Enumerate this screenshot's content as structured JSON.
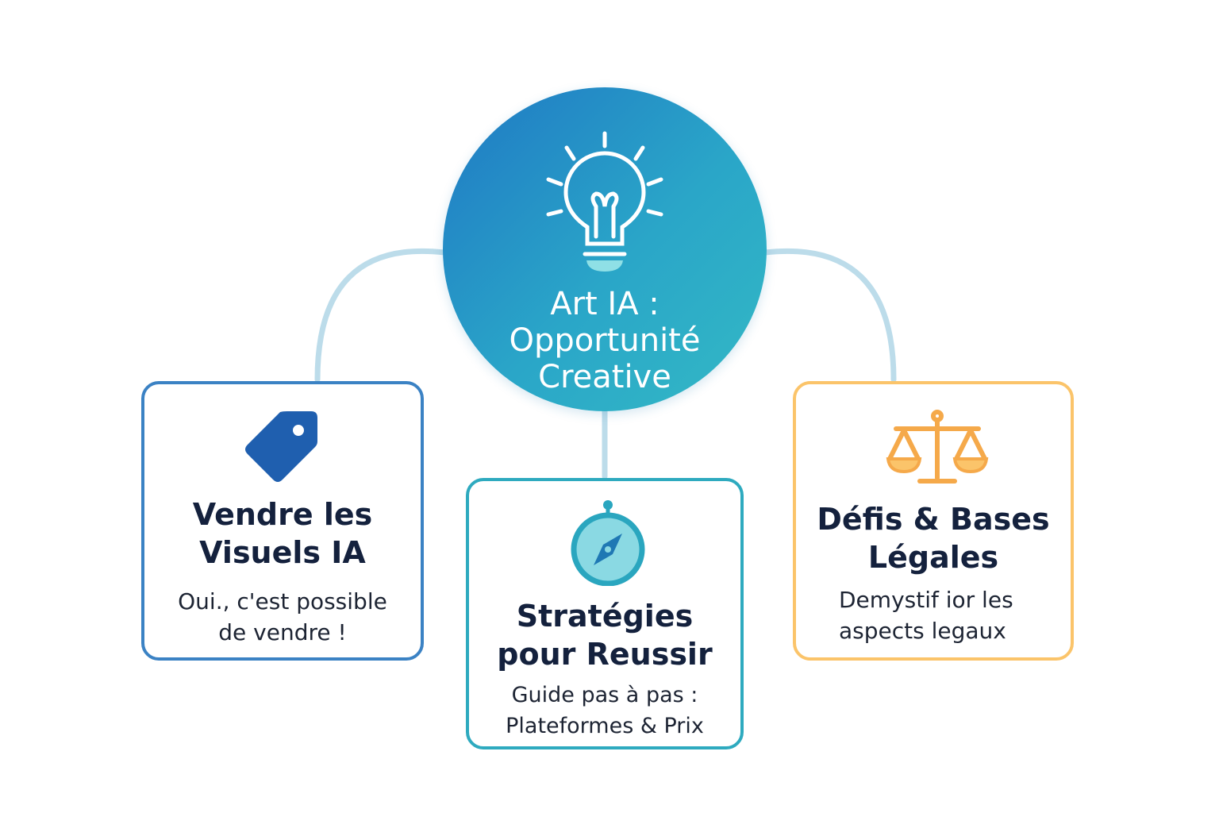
{
  "hub": {
    "title_lines": [
      "Art IA :",
      "Opportunité",
      "Creative"
    ],
    "icon": "lightbulb-icon",
    "colors": {
      "from": "#1f78c4",
      "to": "#33b9c5"
    }
  },
  "connector_color": "#bcdcea",
  "cards": [
    {
      "id": "left",
      "icon": "price-tag-icon",
      "border_color": "#3b82c4",
      "title_lines": [
        "Vendre les",
        "Visuels IA"
      ],
      "desc_lines": [
        "Oui., c'est possible",
        "de vendre !"
      ]
    },
    {
      "id": "mid",
      "icon": "compass-icon",
      "border_color": "#2eaabf",
      "title_lines": [
        "Stratégies",
        "pour Reussir"
      ],
      "desc_lines": [
        "Guide pas à pas :",
        "Plateformes & Prix"
      ]
    },
    {
      "id": "right",
      "icon": "scales-icon",
      "border_color": "#fbc46a",
      "title_lines": [
        "Défis & Bases",
        "Légales"
      ],
      "desc_lines": [
        "Demystif ior les",
        "aspects legaux"
      ]
    }
  ]
}
